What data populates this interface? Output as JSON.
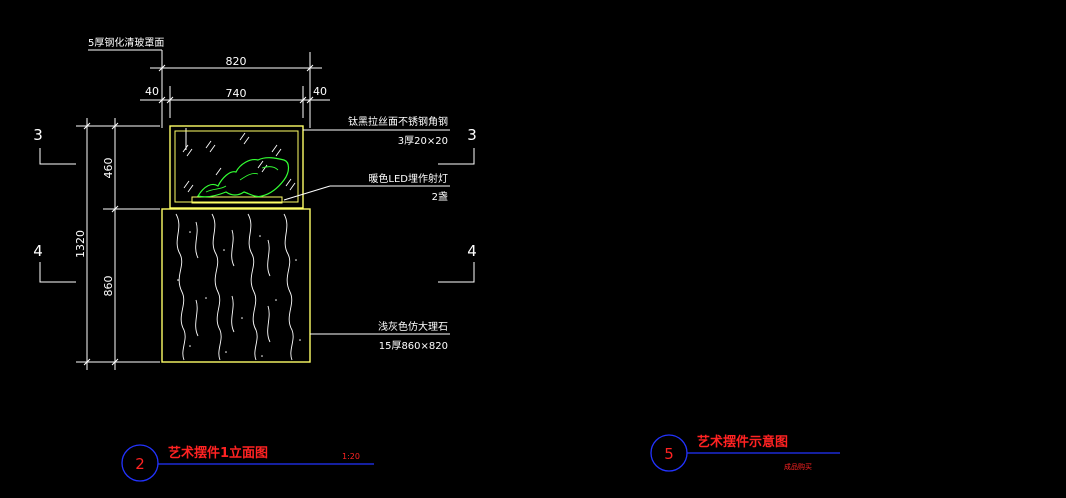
{
  "drawing": {
    "dims": {
      "overall_width": "820",
      "inner_width": "740",
      "side_left": "40",
      "side_right": "40",
      "total_height": "1320",
      "upper_height": "460",
      "lower_height": "860"
    },
    "labels": {
      "glass_top": "5厚钢化清玻罩面",
      "frame_material": "钛黑拉丝面不锈钢角钢",
      "frame_spec": "3厚20×20",
      "led": "暖色LED埋作射灯",
      "led_qty": "2盏",
      "marble_material": "浅灰色仿大理石",
      "marble_spec": "15厚860×820"
    },
    "section_markers": {
      "left_upper": "3",
      "right_upper": "3",
      "left_lower": "4",
      "right_lower": "4"
    },
    "titles": {
      "left_number": "2",
      "left_title": "艺术摆件1立面图",
      "left_scale": "1:20",
      "right_number": "5",
      "right_title": "艺术摆件示意图",
      "right_subtitle": "成品购买"
    },
    "colors": {
      "background": "#000000",
      "dimension": "#ffffff",
      "yellow": "#ffff66",
      "green": "#33ff33",
      "title_red": "#ff2222",
      "circle_blue": "#2233ff"
    }
  }
}
